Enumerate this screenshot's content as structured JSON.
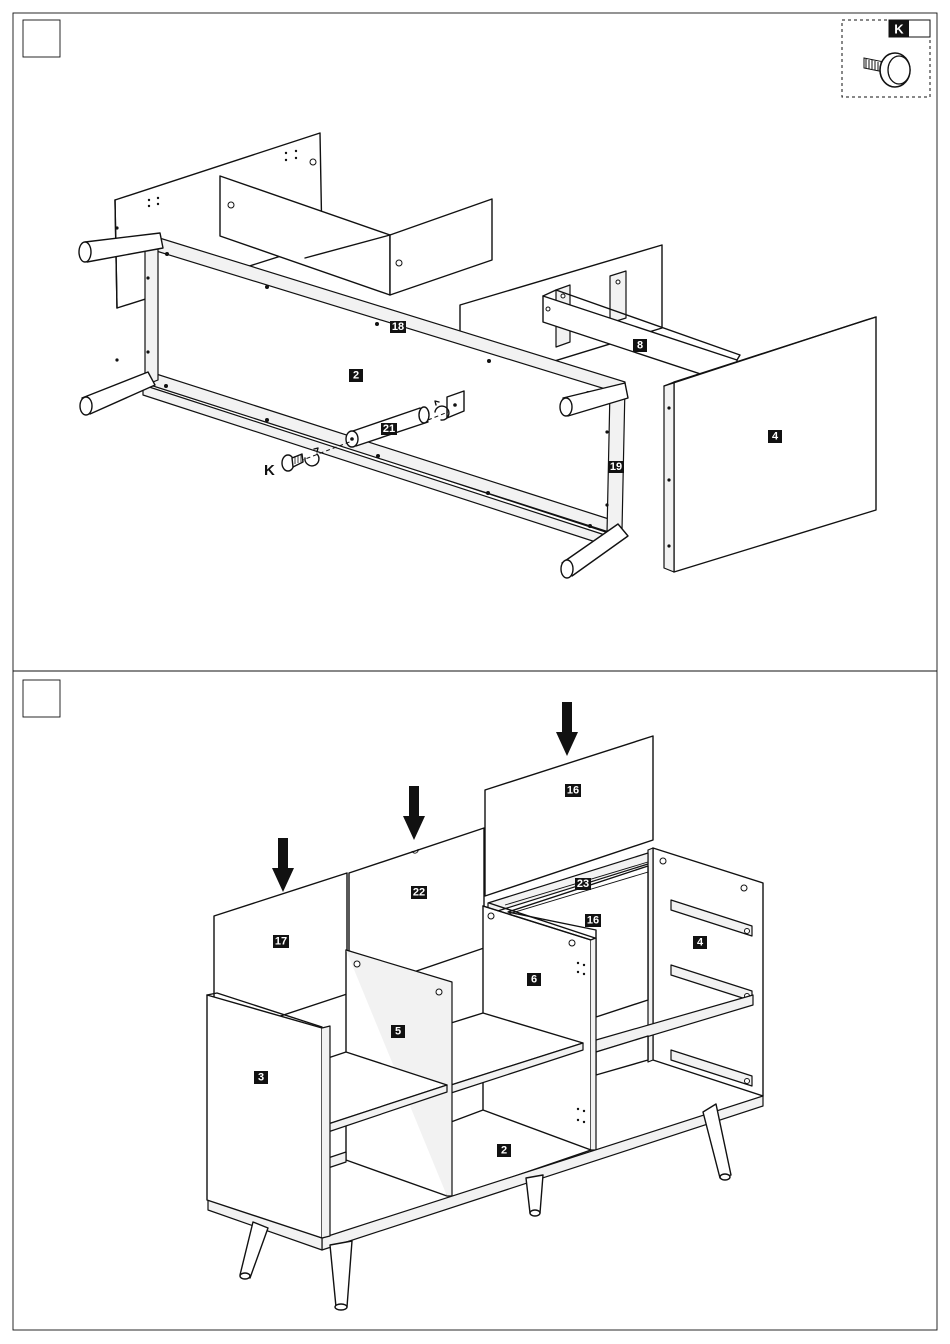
{
  "steps": [
    {
      "step_box": "",
      "hardware": {
        "label": "K",
        "count": ""
      },
      "callouts": {
        "bottom": "2",
        "side": "4",
        "back": "8",
        "rail_front": "18",
        "rail_side": "19",
        "leg": "21",
        "screw": "K"
      }
    },
    {
      "step_box": "",
      "callouts": {
        "back_left": "17",
        "back_mid": "22",
        "back_right": "16",
        "back_inner": "16",
        "rail": "23",
        "side_left": "3",
        "side_right": "4",
        "div_left": "5",
        "div_right": "6",
        "bottom": "2"
      }
    }
  ]
}
